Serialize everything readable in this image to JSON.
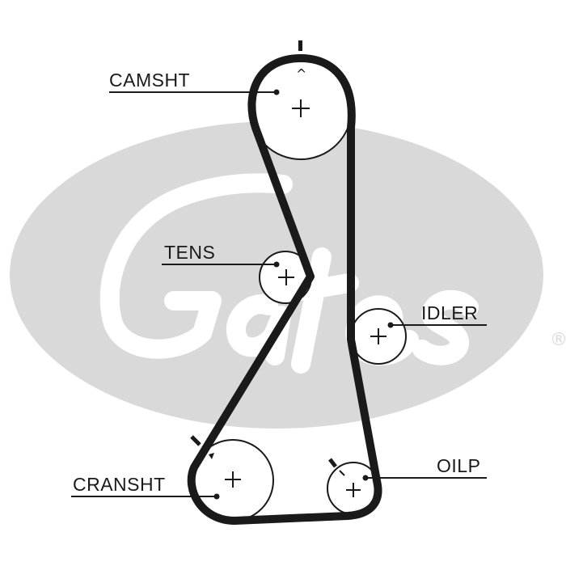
{
  "colors": {
    "belt": "#1a1a1a",
    "pulley_outline": "#1a1a1a",
    "watermark": "#d9d9d9",
    "background": "#ffffff"
  },
  "labels": {
    "camshaft": "CAMSHT",
    "tensioner": "TENS",
    "idler": "IDLER",
    "crankshaft": "CRANSHT",
    "oil_pump": "OILP"
  },
  "timing_marks": {
    "camshaft_caret": "^"
  },
  "watermark": {
    "logo": "Gates",
    "registered_symbol": "®"
  },
  "icons": {
    "pulley_center": "plus-icon",
    "timing_mark": "tick-mark-icon"
  }
}
